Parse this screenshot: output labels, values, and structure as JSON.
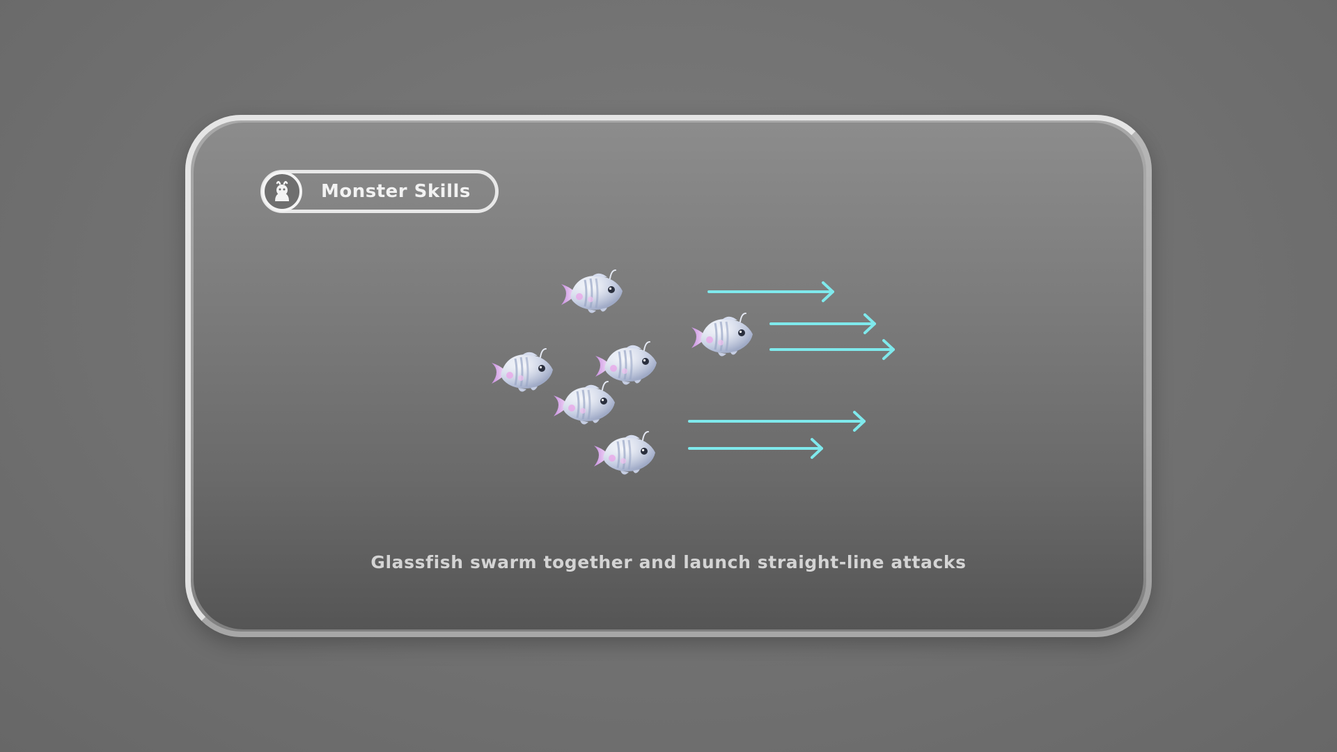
{
  "panel": {
    "title": "Monster Skills",
    "avatar_icon": "monster-avatar-icon",
    "description": "Glassfish swarm together and launch straight-line attacks"
  },
  "illustration": {
    "monster": "Glassfish",
    "fish_count": 6,
    "arrow_count": 5,
    "arrow_color": "#7fe9ec"
  },
  "colors": {
    "background": "#707070",
    "badge_border": "#e8e8e8",
    "text": "#f2f2f2",
    "caption": "#d4d4d4"
  }
}
